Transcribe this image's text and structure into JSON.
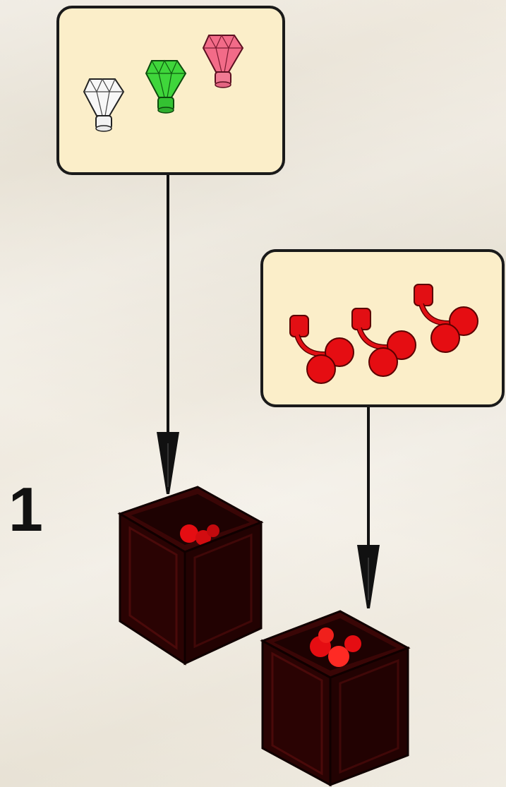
{
  "step": {
    "number": "1"
  },
  "callouts": [
    {
      "parts": [
        "clear-jewel",
        "green-jewel",
        "pink-jewel"
      ]
    },
    {
      "parts": [
        "red-cherries",
        "red-cherries",
        "red-cherries"
      ]
    }
  ],
  "colors": {
    "background": "#ece6da",
    "callout_fill": "#fbeec9",
    "callout_border": "#1a1a1a",
    "jewel_clear": "#f4f4f4",
    "jewel_green": "#39d33a",
    "jewel_pink": "#f06a86",
    "cherry_red": "#e50d12",
    "crate_dark": "#2a0505"
  }
}
